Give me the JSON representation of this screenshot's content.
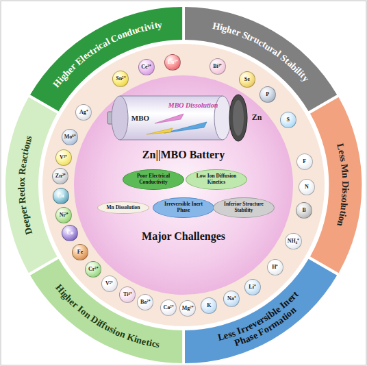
{
  "diagram": {
    "nodes": [
      {
        "text": [
          "Higher Electrical Conductivity"
        ]
      },
      {
        "text": [
          "Higher Structural Stability"
        ]
      },
      {
        "text": [
          "Less Mn Dissolution"
        ]
      },
      {
        "text": [
          "Less Irreversible Inert Phase Formation"
        ]
      },
      {
        "text": [
          "Higher Ion Diffusion Kinetics"
        ]
      },
      {
        "text": [
          "Deeper Redox Reactions"
        ]
      },
      {
        "text": [
          "Sn²⁺"
        ]
      },
      {
        "text": [
          "Ce³⁺"
        ]
      },
      {
        "text": [
          "Eu³⁺"
        ]
      },
      {
        "text": [
          "Bi³⁺"
        ]
      },
      {
        "text": [
          "Se"
        ]
      },
      {
        "text": [
          "P"
        ]
      },
      {
        "text": [
          "S"
        ]
      },
      {
        "text": [
          "F"
        ]
      },
      {
        "text": [
          "N"
        ]
      },
      {
        "text": [
          "B"
        ]
      },
      {
        "text": [
          "NH₄⁺"
        ]
      },
      {
        "text": [
          "H⁺"
        ]
      },
      {
        "text": [
          "Li⁺"
        ]
      },
      {
        "text": [
          "Na⁺"
        ]
      },
      {
        "text": [
          "K"
        ]
      },
      {
        "text": [
          "Mg²⁺"
        ]
      },
      {
        "text": [
          "Ca²⁺"
        ]
      },
      {
        "text": [
          "Ba²⁺"
        ]
      },
      {
        "text": [
          "Ti⁴⁺"
        ]
      },
      {
        "text": [
          "V⁵⁺"
        ]
      },
      {
        "text": [
          "Cr³⁺"
        ]
      },
      {
        "text": [
          "Fe"
        ]
      },
      {
        "text": [
          "Co"
        ]
      },
      {
        "text": [
          "Ni²⁺"
        ]
      },
      {
        "text": [
          "Cu"
        ]
      },
      {
        "text": [
          "Zn²⁺"
        ]
      },
      {
        "text": [
          "V³⁺"
        ]
      },
      {
        "text": [
          "Mo⁶⁺"
        ]
      },
      {
        "text": [
          "Ag⁺"
        ]
      },
      {
        "text": [
          "Poor Electrical Conductivity"
        ]
      },
      {
        "text": [
          "Low Ion Diffusion Kinetics"
        ]
      },
      {
        "text": [
          "Mn Dissolution"
        ]
      },
      {
        "text": [
          "Irreversible Inert Phase"
        ]
      },
      {
        "text": [
          "Inferior Structure Stability"
        ]
      }
    ],
    "labels": [
      "MBO",
      "MBO Dissolution",
      "Zn",
      "Zn||MBO Battery",
      "Major Challenges"
    ]
  }
}
